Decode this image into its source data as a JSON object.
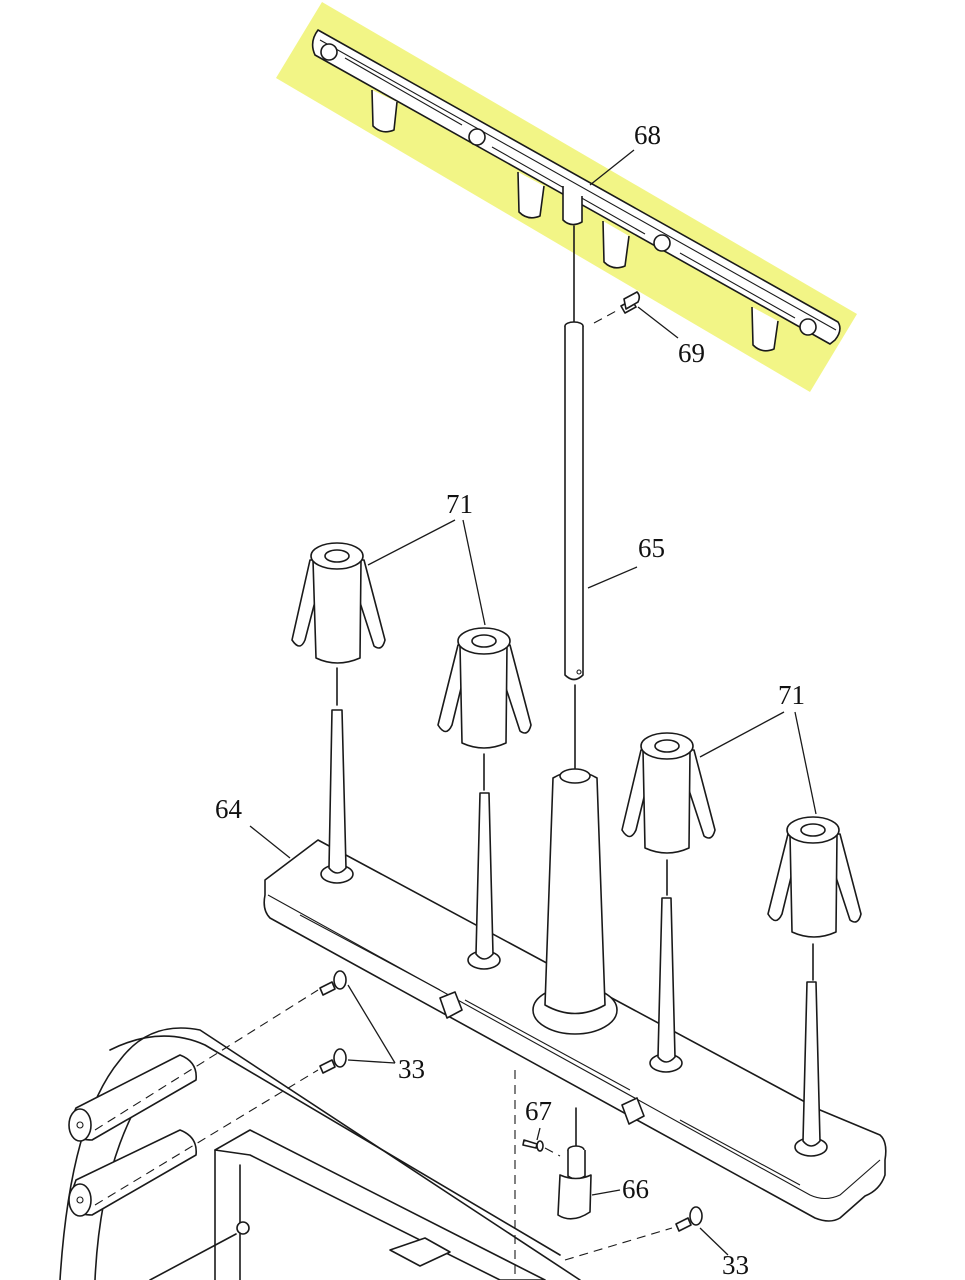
{
  "highlight_color": "#f2f586",
  "labels": {
    "p68": "68",
    "p69": "69",
    "p71a": "71",
    "p65": "65",
    "p71b": "71",
    "p64": "64",
    "p33a": "33",
    "p67": "67",
    "p66": "66",
    "p33b": "33"
  }
}
